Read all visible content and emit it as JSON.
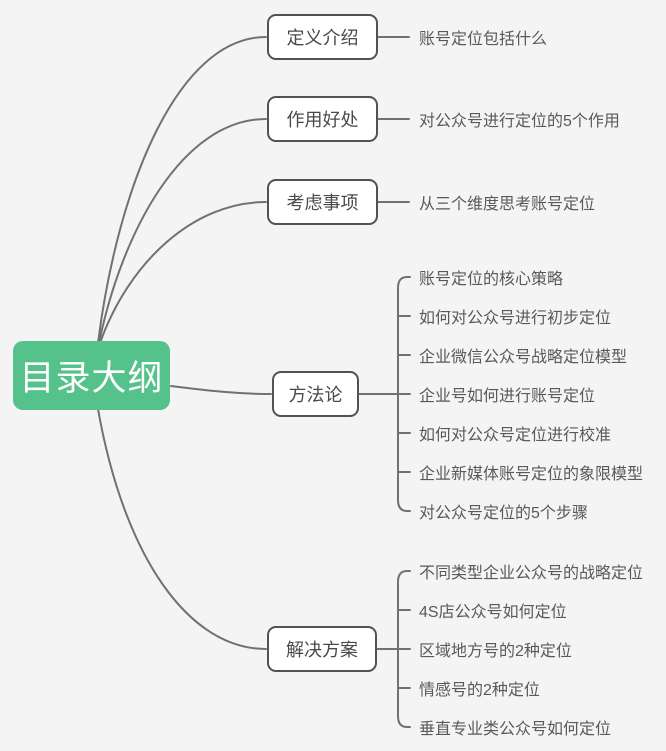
{
  "root": {
    "label": "目录大纲"
  },
  "branches": [
    {
      "label": "定义介绍",
      "children": [
        "账号定位包括什么"
      ]
    },
    {
      "label": "作用好处",
      "children": [
        "对公众号进行定位的5个作用"
      ]
    },
    {
      "label": "考虑事项",
      "children": [
        "从三个维度思考账号定位"
      ]
    },
    {
      "label": "方法论",
      "children": [
        "账号定位的核心策略",
        "如何对公众号进行初步定位",
        "企业微信公众号战略定位模型",
        "企业号如何进行账号定位",
        "如何对公众号定位进行校准",
        "企业新媒体账号定位的象限模型",
        "对公众号定位的5个步骤"
      ]
    },
    {
      "label": "解决方案",
      "children": [
        "不同类型企业公众号的战略定位",
        "4S店公众号如何定位",
        "区域地方号的2种定位",
        "情感号的2种定位",
        "垂直专业类公众号如何定位"
      ]
    }
  ],
  "colors": {
    "page_background": "#f4f4f4",
    "root_background": "#56c28b",
    "root_text": "#ffffff",
    "branch_border": "#525252",
    "branch_background": "#ffffff",
    "branch_text": "#4a4a4a",
    "leaf_text": "#595959",
    "edge_line": "#717171"
  }
}
